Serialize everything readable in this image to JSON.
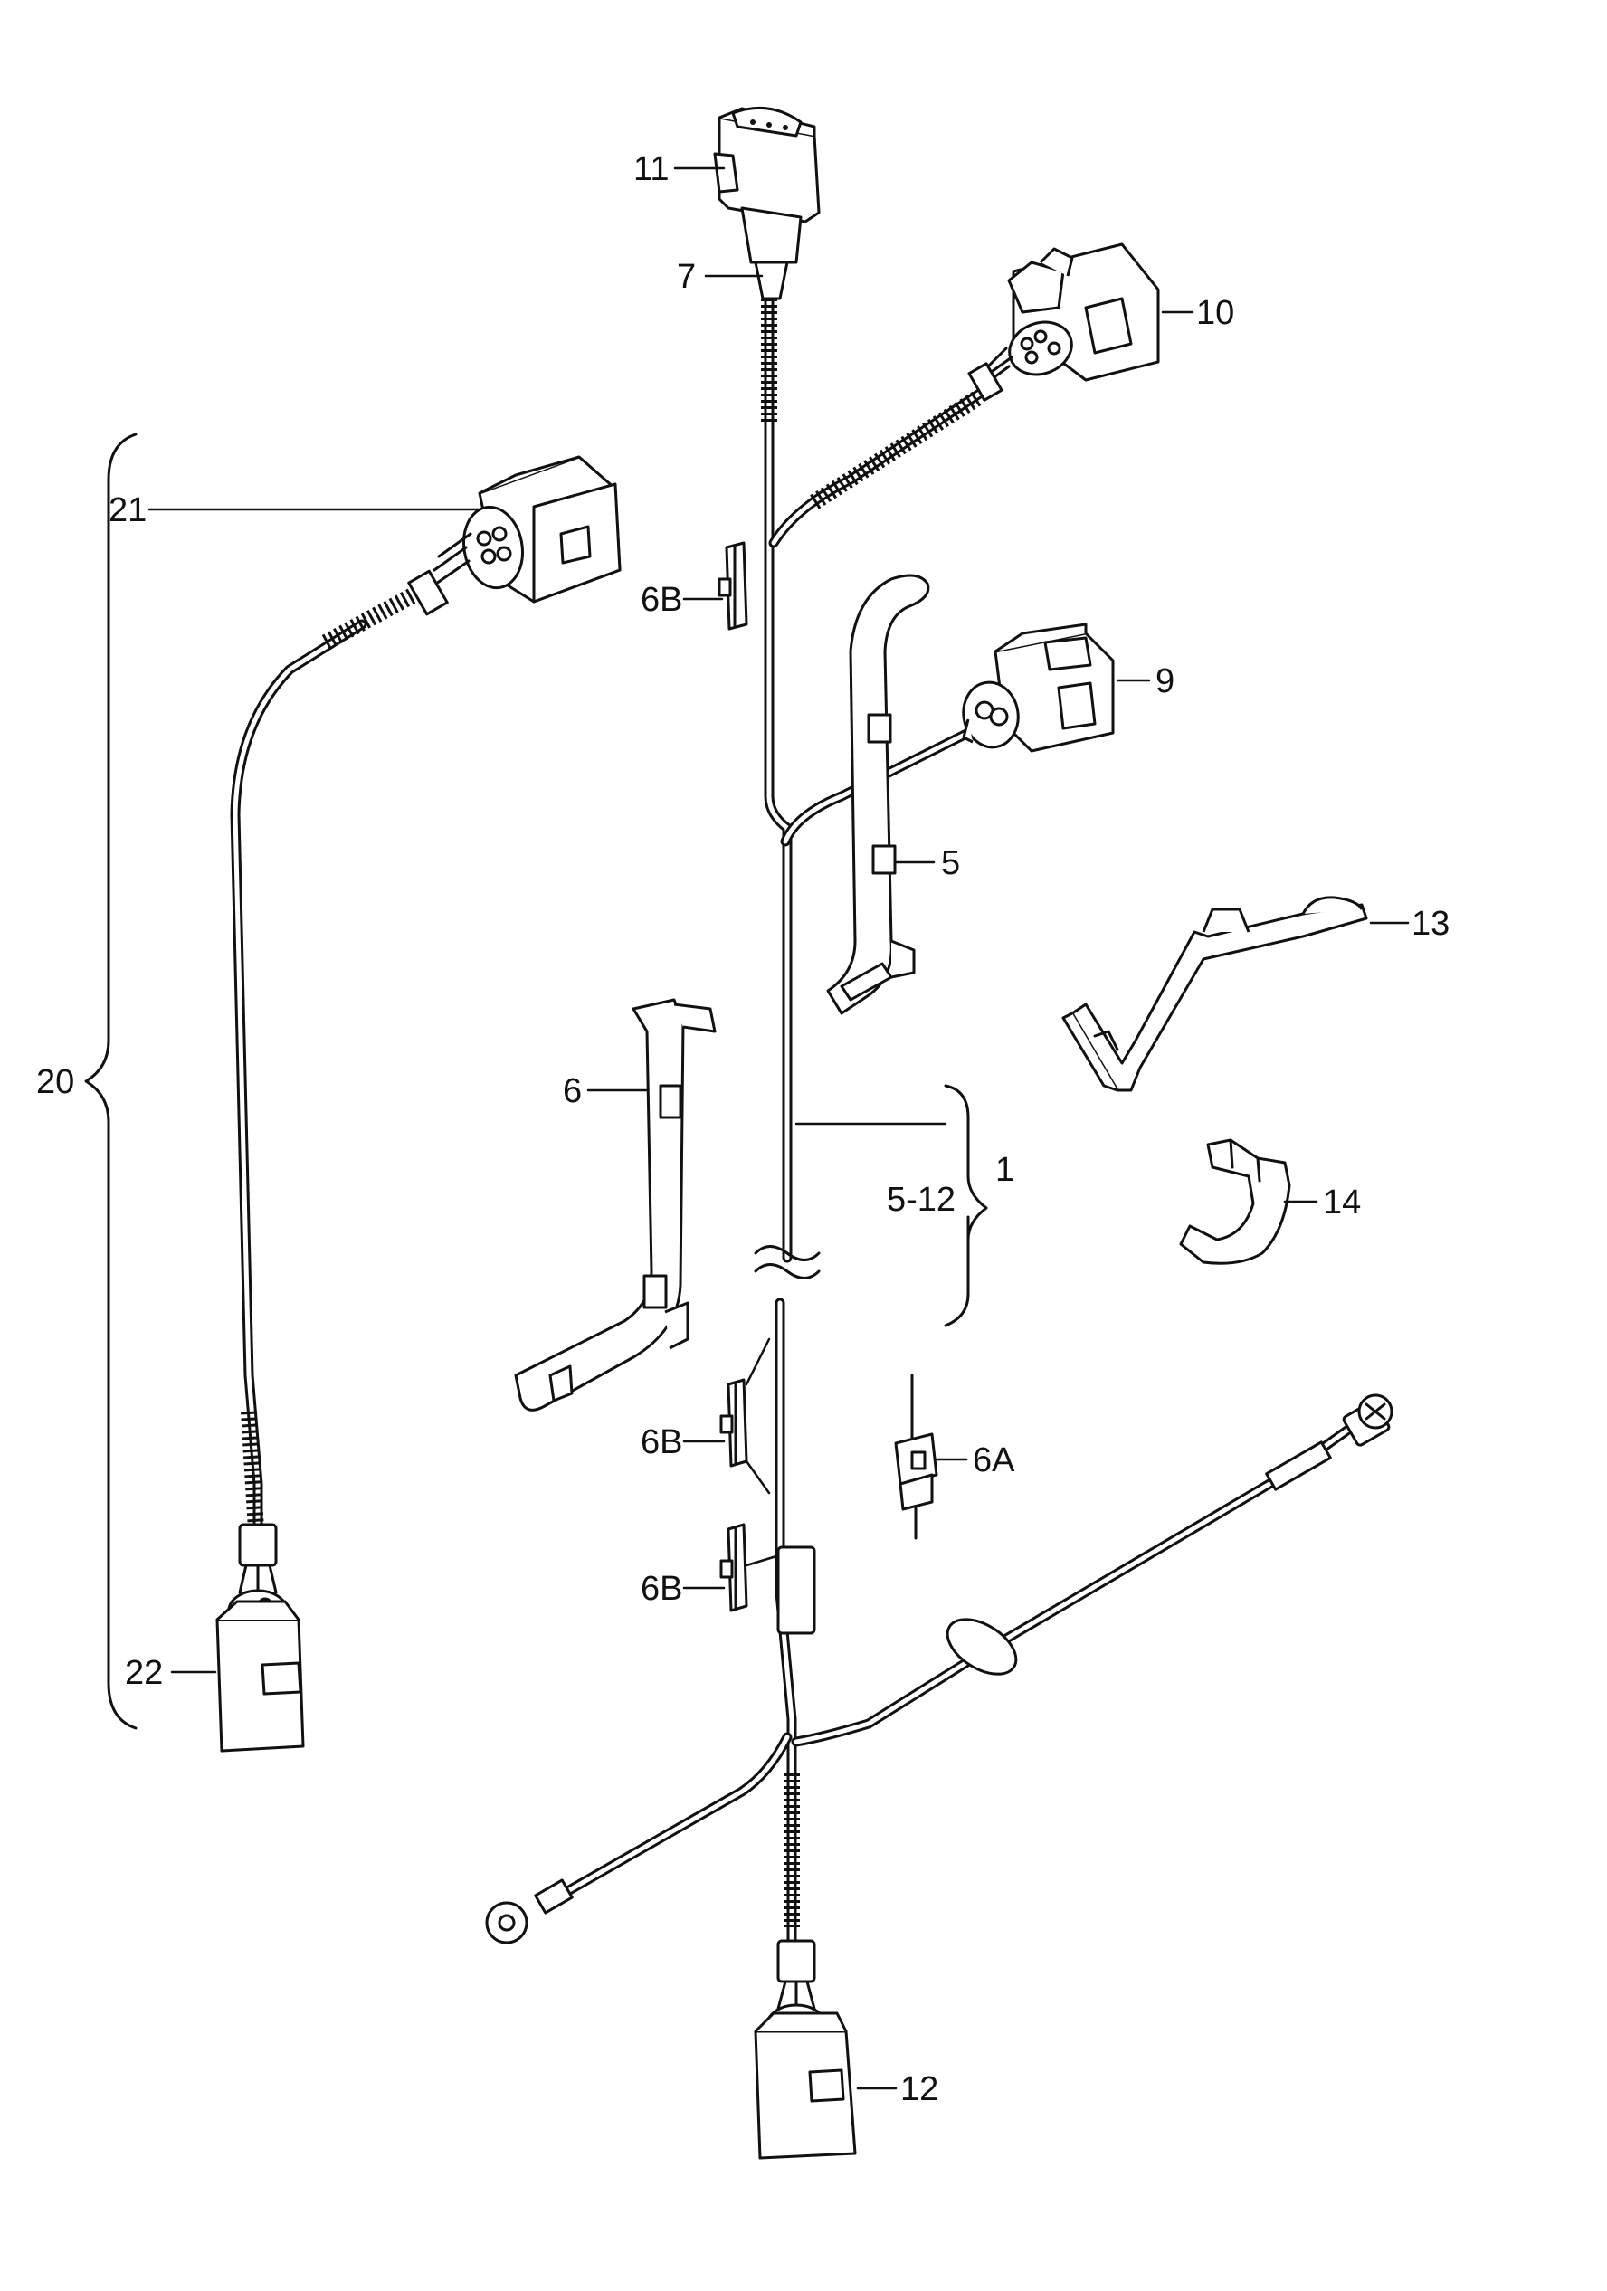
{
  "labels": {
    "part_1": "1",
    "part_5": "5",
    "part_5_12": "5-12",
    "part_6": "6",
    "part_6a": "6A",
    "part_6b_top": "6B",
    "part_6b_mid": "6B",
    "part_6b_low": "6B",
    "part_7": "7",
    "part_9": "9",
    "part_10": "10",
    "part_11": "11",
    "part_12": "12",
    "part_13": "13",
    "part_14": "14",
    "part_20": "20",
    "part_21": "21",
    "part_22": "22"
  }
}
